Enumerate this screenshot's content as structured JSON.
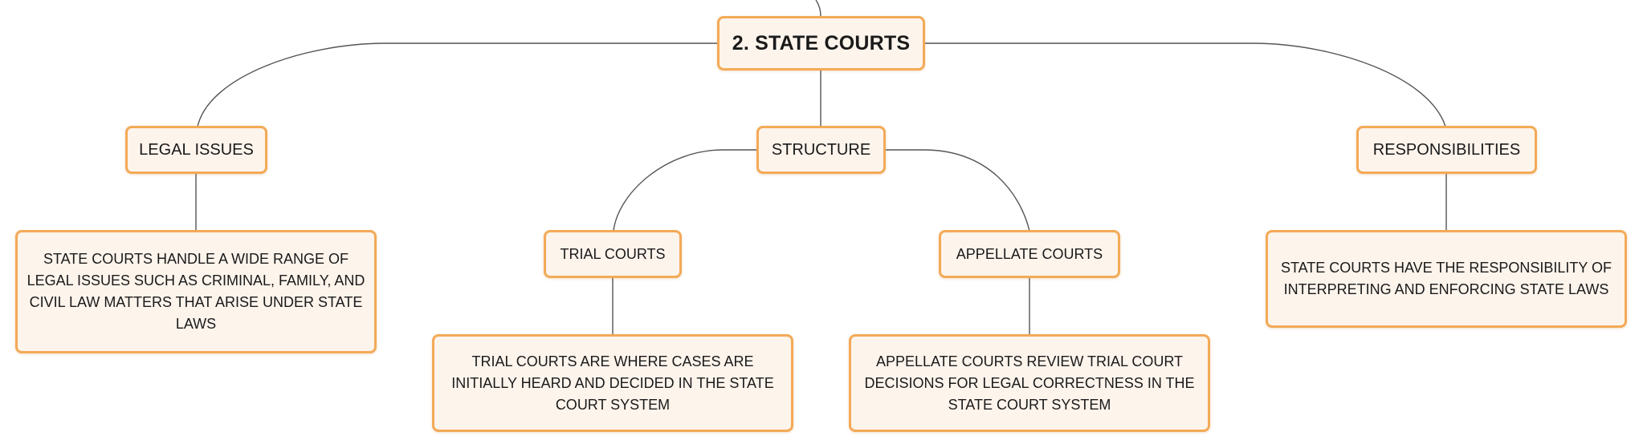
{
  "diagram": {
    "root": {
      "label": "2. STATE COURTS"
    },
    "legal_issues": {
      "label": "LEGAL ISSUES",
      "detail": "STATE COURTS HANDLE A WIDE RANGE OF LEGAL ISSUES SUCH AS CRIMINAL, FAMILY, AND CIVIL LAW MATTERS THAT ARISE UNDER STATE LAWS"
    },
    "structure": {
      "label": "STRUCTURE",
      "trial_courts": {
        "label": "TRIAL COURTS",
        "detail": "TRIAL COURTS ARE WHERE CASES ARE INITIALLY HEARD AND DECIDED IN THE STATE COURT SYSTEM"
      },
      "appellate_courts": {
        "label": "APPELLATE COURTS",
        "detail": "APPELLATE COURTS REVIEW TRIAL COURT DECISIONS FOR LEGAL CORRECTNESS IN THE STATE COURT SYSTEM"
      }
    },
    "responsibilities": {
      "label": "RESPONSIBILITIES",
      "detail": "STATE COURTS HAVE THE RESPONSIBILITY OF INTERPRETING AND ENFORCING STATE LAWS"
    },
    "colors": {
      "node_border": "#f3aa57",
      "node_fill": "#fdf4ec",
      "connector": "#555555"
    }
  }
}
